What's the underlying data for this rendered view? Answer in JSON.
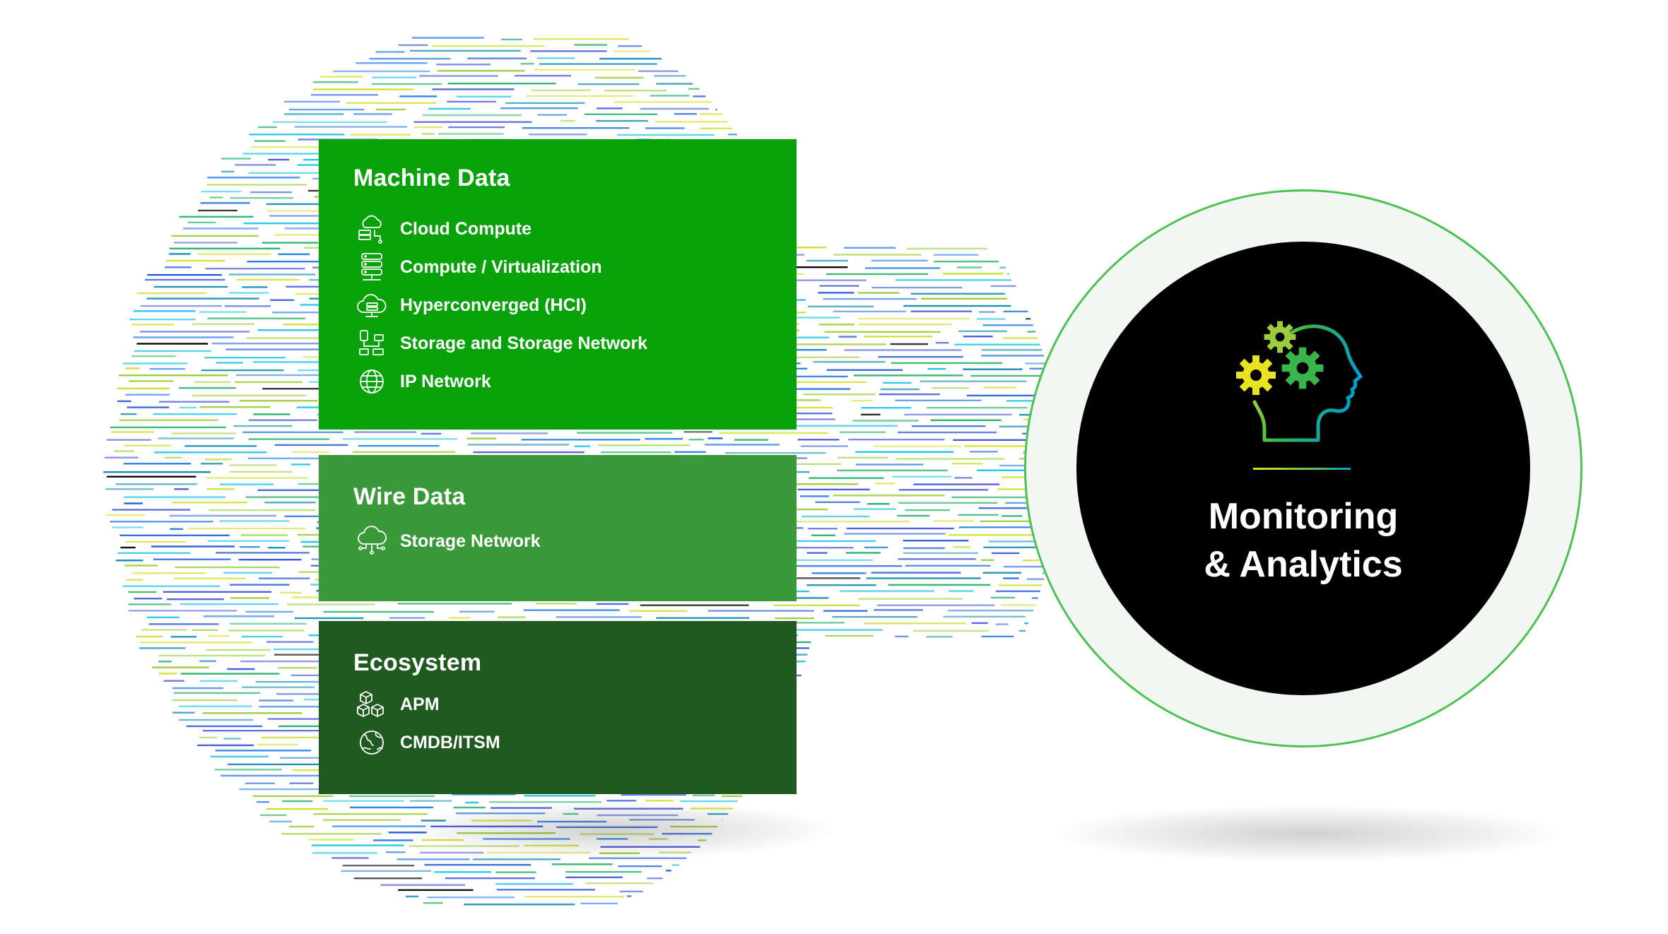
{
  "colors": {
    "machine_panel": "#0aa20a",
    "wire_panel": "#3a9a3a",
    "ecosystem_panel": "#215a21",
    "ring_border": "#4cc251",
    "core": "#000000",
    "streak_palette": [
      "#d3df2f",
      "#17c3e6",
      "#2d7fe3",
      "#2a5cd8",
      "#2bb36d",
      "#9dce3a",
      "#4a58d8",
      "#1a8fb0",
      "#000000"
    ]
  },
  "panels": [
    {
      "title": "Machine Data",
      "items": [
        {
          "icon": "cloud-compute-icon",
          "label": "Cloud Compute"
        },
        {
          "icon": "server-stack-icon",
          "label": "Compute / Virtualization"
        },
        {
          "icon": "hyperconverged-icon",
          "label": "Hyperconverged (HCI)"
        },
        {
          "icon": "storage-network-icon",
          "label": "Storage and Storage Network"
        },
        {
          "icon": "globe-icon",
          "label": "IP Network"
        }
      ]
    },
    {
      "title": "Wire Data",
      "items": [
        {
          "icon": "cloud-network-icon",
          "label": "Storage Network"
        }
      ]
    },
    {
      "title": "Ecosystem",
      "items": [
        {
          "icon": "cubes-icon",
          "label": "APM"
        },
        {
          "icon": "globe-icon",
          "label": "CMDB/ITSM"
        }
      ]
    }
  ],
  "center": {
    "line1": "Monitoring",
    "line2": "& Analytics",
    "icon": "head-gears-icon"
  }
}
